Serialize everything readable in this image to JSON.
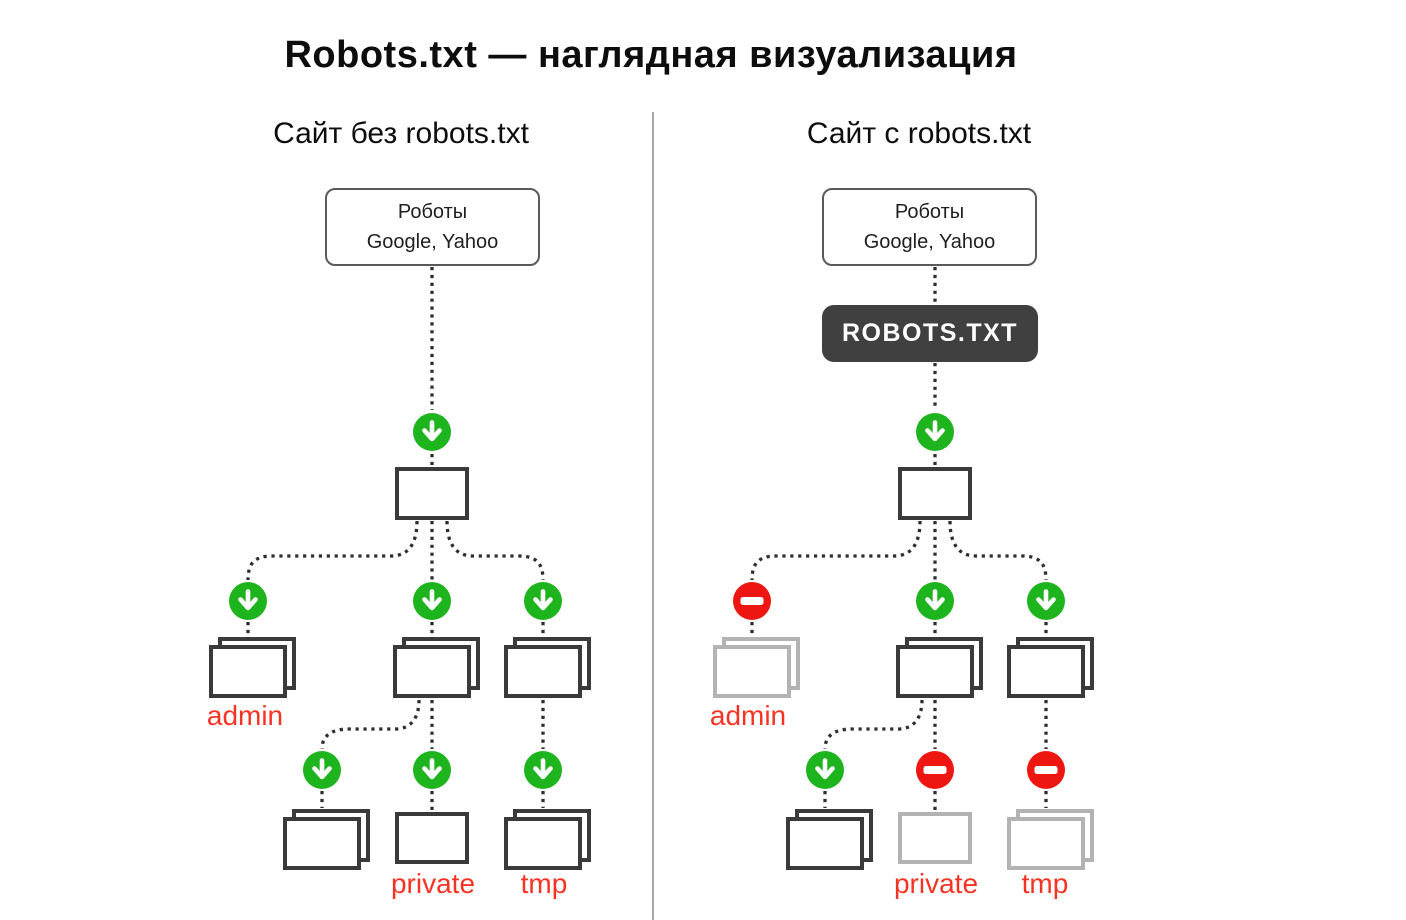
{
  "title": "Robots.txt — наглядная визуализация",
  "columns": {
    "left": {
      "header": "Сайт без robots.txt",
      "robots_box": {
        "line1": "Роботы",
        "line2": "Google, Yahoo"
      },
      "folder_labels": {
        "admin": "admin",
        "private": "private",
        "tmp": "tmp"
      }
    },
    "right": {
      "header": "Сайт с robots.txt",
      "robots_box": {
        "line1": "Роботы",
        "line2": "Google, Yahoo"
      },
      "badge_label": "ROBOTS.TXT",
      "folder_labels": {
        "admin": "admin",
        "private": "private",
        "tmp": "tmp"
      }
    }
  },
  "icons": {
    "allow": "green-down-arrow-circle",
    "deny": "red-no-entry-circle"
  },
  "colors": {
    "allow_green": "#1eb41e",
    "deny_red": "#ed1611",
    "label_red": "#f93323",
    "folder_dark": "#3a3a3a",
    "folder_gray": "#b3b3b3",
    "badge_bg": "#404040",
    "connector": "#2e2e2e"
  }
}
